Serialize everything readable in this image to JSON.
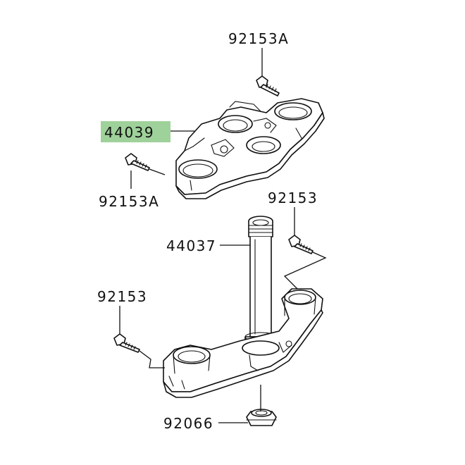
{
  "diagram": {
    "parts": [
      {
        "id": "label-92153a-top",
        "number": "92153A"
      },
      {
        "id": "label-44039",
        "number": "44039",
        "highlighted": true
      },
      {
        "id": "label-92153a-left",
        "number": "92153A"
      },
      {
        "id": "label-92153-right",
        "number": "92153"
      },
      {
        "id": "label-44037",
        "number": "44037"
      },
      {
        "id": "label-92153-left",
        "number": "92153"
      },
      {
        "id": "label-92066",
        "number": "92066"
      }
    ],
    "colors": {
      "highlight": "#9fd19a",
      "line": "#111111",
      "background": "#ffffff"
    }
  }
}
